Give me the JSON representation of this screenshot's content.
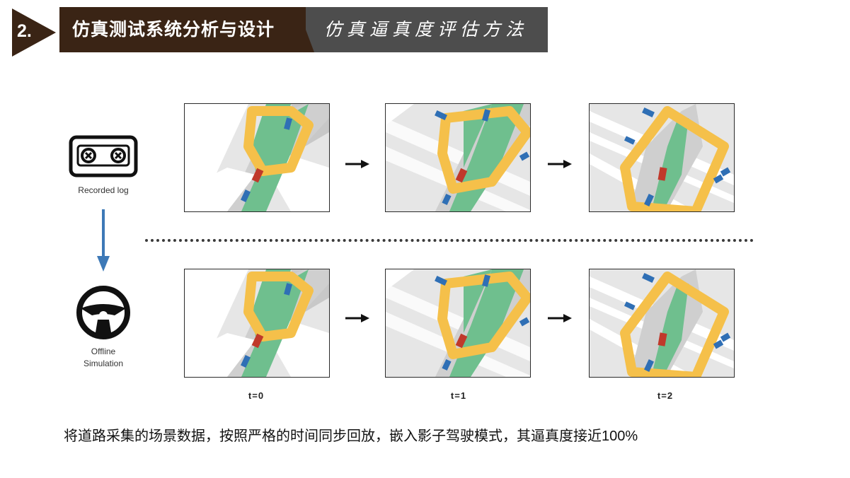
{
  "header": {
    "section_number": "2.",
    "title": "仿真测试系统分析与设计",
    "subtitle": "仿真逼真度评估方法"
  },
  "left_icons": {
    "recorded_log_label": "Recorded log",
    "offline_simulation_label_line1": "Offline",
    "offline_simulation_label_line2": "Simulation"
  },
  "time_labels": [
    "t=0",
    "t=1",
    "t=2"
  ],
  "caption": "将道路采集的场景数据，按照严格的时间同步回放，嵌入影子驾驶模式，其逼真度接近100%",
  "colors": {
    "header_dark": "#3a2415",
    "header_gray": "#4d4d4d",
    "route_yellow": "#f5c04a",
    "lane_green": "#6fbf8e",
    "ego_red": "#c0392b",
    "agent_blue": "#2f6fb5",
    "arrow_blue": "#3d79b7"
  }
}
